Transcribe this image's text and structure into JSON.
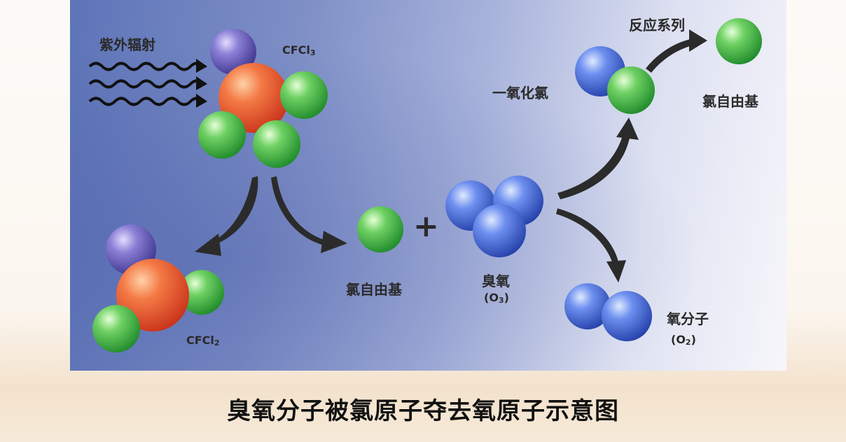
{
  "labels": {
    "uv": "紫外辐射",
    "cfcl3": "CFCl",
    "cfcl3_sub": "3",
    "cfcl2": "CFCl",
    "cfcl2_sub": "2",
    "cl_radical_mid": "氯自由基",
    "ozone": "臭氧",
    "ozone_formula": "(O",
    "ozone_formula_sub": "3",
    "ozone_formula_end": ")",
    "clo": "一氧化氯",
    "reaction_series": "反应系列",
    "cl_radical_right": "氯自由基",
    "oxygen_molecule": "氧分子",
    "oxygen_formula": "(O",
    "oxygen_formula_sub": "2",
    "oxygen_formula_end": ")",
    "plus": "+"
  },
  "caption": "臭氧分子被氯原子夺去氧原子示意图",
  "colors": {
    "carbon_orange": "#e8512a",
    "fluorine_purple": "#6a62b8",
    "chlorine_green": "#3fae45",
    "oxygen_blue": "#3f66d6",
    "arrow_dark": "#2b2b2b"
  }
}
